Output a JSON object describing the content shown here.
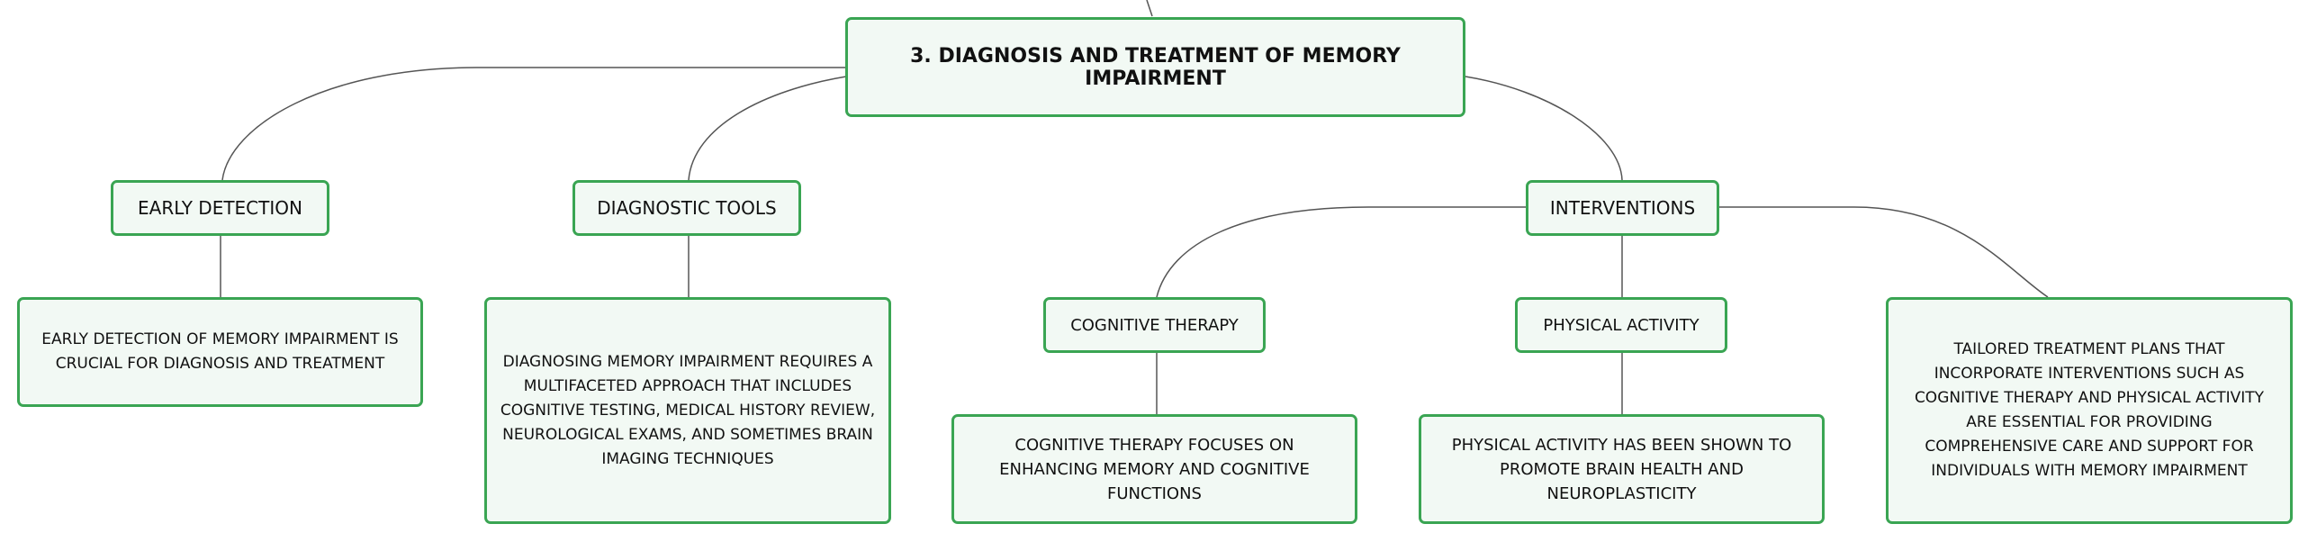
{
  "root": {
    "title": "3. DIAGNOSIS AND TREATMENT OF MEMORY IMPAIRMENT"
  },
  "branches": {
    "early_detection": {
      "label": "EARLY DETECTION",
      "detail": "EARLY DETECTION OF MEMORY IMPAIRMENT IS CRUCIAL FOR DIAGNOSIS AND TREATMENT"
    },
    "diagnostic_tools": {
      "label": "DIAGNOSTIC TOOLS",
      "detail": "DIAGNOSING MEMORY IMPAIRMENT REQUIRES A MULTIFACETED APPROACH THAT INCLUDES COGNITIVE TESTING, MEDICAL HISTORY REVIEW, NEUROLOGICAL EXAMS, AND SOMETIMES BRAIN IMAGING TECHNIQUES"
    },
    "interventions": {
      "label": "INTERVENTIONS",
      "cognitive_therapy": {
        "label": "COGNITIVE THERAPY",
        "detail": "COGNITIVE THERAPY FOCUSES ON ENHANCING MEMORY AND COGNITIVE FUNCTIONS"
      },
      "physical_activity": {
        "label": "PHYSICAL ACTIVITY",
        "detail": "PHYSICAL ACTIVITY HAS BEEN SHOWN TO PROMOTE BRAIN HEALTH AND NEUROPLASTICITY"
      },
      "tailored_detail": "TAILORED TREATMENT PLANS THAT INCORPORATE INTERVENTIONS SUCH AS COGNITIVE THERAPY AND PHYSICAL ACTIVITY ARE ESSENTIAL FOR PROVIDING COMPREHENSIVE CARE AND SUPPORT FOR INDIVIDUALS WITH MEMORY IMPAIRMENT"
    }
  },
  "colors": {
    "node_border": "#3aa553",
    "node_fill": "#f2f9f4",
    "connector": "#555555"
  }
}
